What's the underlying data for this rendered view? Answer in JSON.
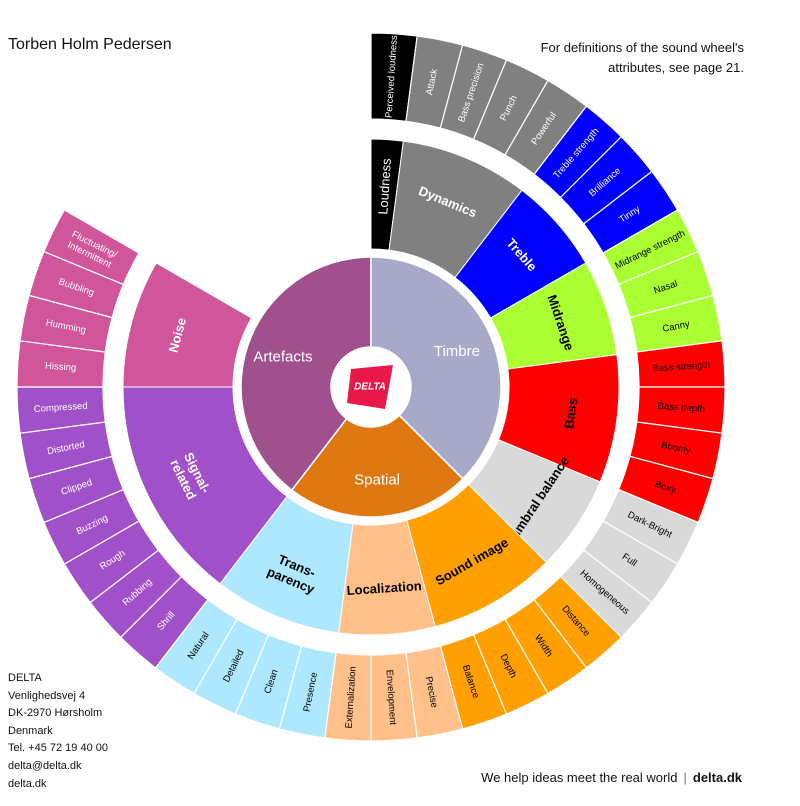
{
  "header": {
    "author": "Torben Holm Pedersen",
    "note_line1": "For definitions of the sound wheel's",
    "note_line2": "attributes, see page 21."
  },
  "logo": {
    "text": "DELTA"
  },
  "address": {
    "lines": [
      "DELTA",
      "Venlighedsvej 4",
      "DK-2970 Hørsholm",
      "Denmark",
      "Tel. +45 72 19 40 00",
      "delta@delta.dk",
      "delta.dk"
    ]
  },
  "footer": {
    "tagline": "We help ideas meet the real world",
    "separator": "|",
    "site": "delta.dk"
  },
  "colors": {
    "loudness": "#000000",
    "dynamics": "#808080",
    "treble": "#0000ff",
    "midrange": "#aaff33",
    "bass": "#ff0000",
    "timbral_balance": "#d9d9d9",
    "sound_image": "#ffa000",
    "localization": "#ffc08a",
    "transparency": "#aee8ff",
    "signal_related": "#a050c8",
    "noise": "#d0559a",
    "timbre": "#a8a8c8",
    "spatial": "#e07812",
    "artefacts": "#a0508c",
    "logo_red": "#e8184a"
  },
  "wheel": {
    "core": [
      {
        "label": "Artefacts",
        "color_key": "artefacts",
        "text_color": "#ffffff"
      },
      {
        "label": "Timbre",
        "color_key": "timbre",
        "text_color": "#ffffff"
      },
      {
        "label": "Spatial",
        "color_key": "spatial",
        "text_color": "#ffffff"
      }
    ],
    "categories": [
      {
        "label": "Loudness",
        "color_key": "loudness",
        "text_color": "#ffffff",
        "attributes": [
          "Perceived loudness"
        ]
      },
      {
        "label": "Dynamics",
        "color_key": "dynamics",
        "text_color": "#ffffff",
        "attributes": [
          "Attack",
          "Bass precision",
          "Punch",
          "Powerful"
        ]
      },
      {
        "label": "Treble",
        "color_key": "treble",
        "text_color": "#ffffff",
        "attributes": [
          "Treble strength",
          "Brilliance",
          "Tinny"
        ]
      },
      {
        "label": "Midrange",
        "color_key": "midrange",
        "text_color": "#000000",
        "attributes": [
          "Midrange strength",
          "Nasal",
          "Canny"
        ]
      },
      {
        "label": "Bass",
        "color_key": "bass",
        "text_color": "#000000",
        "attributes": [
          "Bass strength",
          "Bass depth",
          "Boomy",
          "Boxy"
        ]
      },
      {
        "label": "Timbral balance",
        "color_key": "timbral_balance",
        "text_color": "#000000",
        "attributes": [
          "Dark-Bright",
          "Full",
          "Homogeneous"
        ]
      },
      {
        "label": "Sound image",
        "color_key": "sound_image",
        "text_color": "#000000",
        "attributes": [
          "Distance",
          "Width",
          "Depth",
          "Balance"
        ]
      },
      {
        "label": "Localization",
        "color_key": "localization",
        "text_color": "#000000",
        "attributes": [
          "Precise",
          "Envelopment",
          "Externalization"
        ]
      },
      {
        "label": "Trans-\nparency",
        "color_key": "transparency",
        "text_color": "#000000",
        "attributes": [
          "Presence",
          "Clean",
          "Detailed",
          "Natural"
        ]
      },
      {
        "label": "Signal-\nrelated",
        "color_key": "signal_related",
        "text_color": "#ffffff",
        "attributes": [
          "Shrill",
          "Rubbing",
          "Rough",
          "Buzzing",
          "Clipped",
          "Distorted",
          "Compressed"
        ]
      },
      {
        "label": "Noise",
        "color_key": "noise",
        "text_color": "#ffffff",
        "attributes": [
          "Hissing",
          "Humming",
          "Bubbling",
          "Fluctuating/\nIntermittent"
        ]
      }
    ]
  }
}
